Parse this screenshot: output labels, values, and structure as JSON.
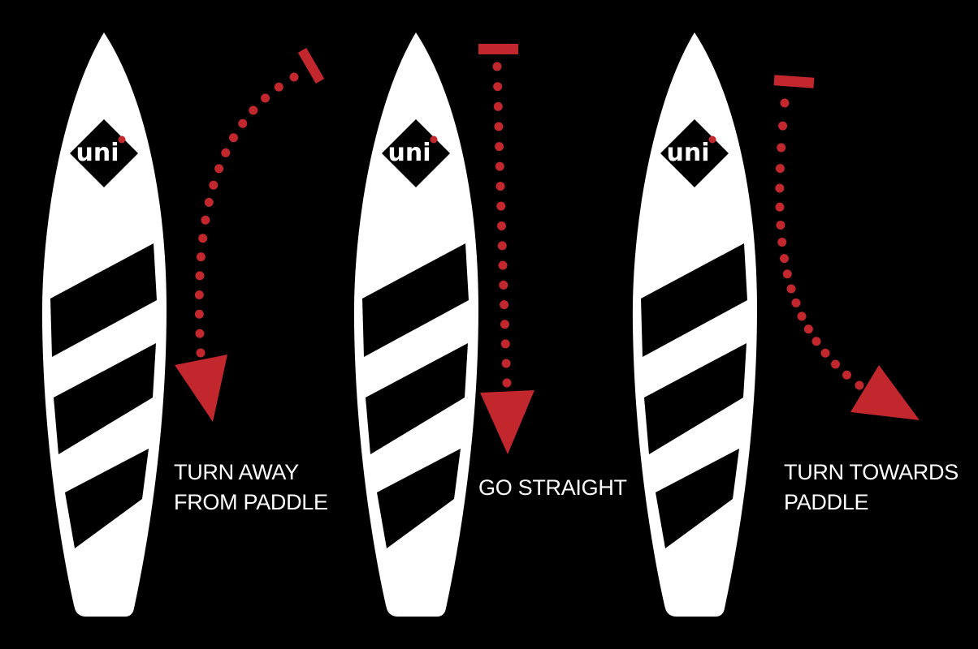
{
  "colors": {
    "background": "#000000",
    "board": "#ffffff",
    "accent": "#c1272d"
  },
  "logo_text": "uni",
  "panels": [
    {
      "id": "turn-away",
      "label_lines": [
        "TURN AWAY",
        "FROM PADDLE"
      ]
    },
    {
      "id": "go-straight",
      "label_lines": [
        "GO STRAIGHT"
      ]
    },
    {
      "id": "turn-towards",
      "label_lines": [
        "TURN TOWARDS",
        "PADDLE"
      ]
    }
  ]
}
